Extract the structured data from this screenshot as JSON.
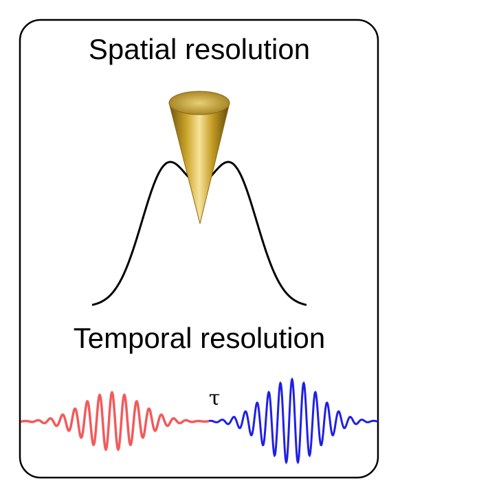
{
  "figure": {
    "top_label": "Spatial resolution",
    "bottom_label": "Temporal resolution",
    "delay_symbol": "τ"
  },
  "colors": {
    "frame": "#000000",
    "tip_gold": "#c9a227",
    "tip_highlight": "#f3dc8a",
    "profile_line": "#000000",
    "pulse_one": "#f25a5a",
    "pulse_two": "#1f1fe6"
  },
  "icons": {
    "tip": "conical-probe-tip-icon",
    "profile": "double-peak-curve",
    "pulse_one": "wave-packet",
    "pulse_two": "wave-packet"
  }
}
